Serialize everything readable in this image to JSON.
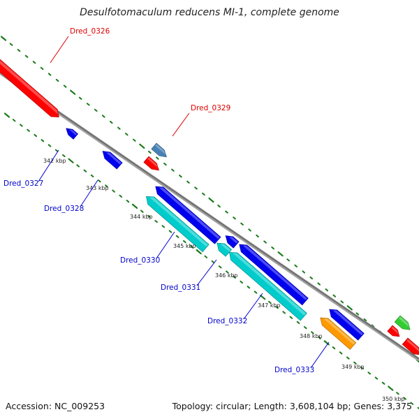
{
  "title": "Desulfotomaculum reducens MI-1, complete genome",
  "footer": {
    "accession": "Accession: NC_009253",
    "topology": "Topology: circular; Length: 3,608,104 bp; Genes: 3,375"
  },
  "colors": {
    "backbone": "#888888",
    "tick": "#1a7a1a",
    "label_forward": "#dd0000",
    "label_reverse": "#0000cc",
    "red": "#ff0000",
    "blue": "#0000ee",
    "cyan": "#00cccc",
    "steelblue": "#4682b4",
    "orange": "#ff9900",
    "green": "#33cc33"
  },
  "scale_labels": [
    "342 kbp",
    "343 kbp",
    "344 kbp",
    "345 kbp",
    "346 kbp",
    "347 kbp",
    "348 kbp",
    "349 kbp",
    "350 kbp"
  ],
  "genes": [
    {
      "name": "Dred_0326",
      "labeled": true,
      "color": "red",
      "strand": "+"
    },
    {
      "name": "Dred_0327",
      "labeled": true,
      "color": "blue",
      "strand": "-"
    },
    {
      "name": "Dred_0328",
      "labeled": true,
      "color": "blue",
      "strand": "-"
    },
    {
      "name": "Dred_0329",
      "labeled": true,
      "color": "steelblue",
      "strand": "+"
    },
    {
      "name": "",
      "labeled": false,
      "color": "red",
      "strand": "+"
    },
    {
      "name": "Dred_0330",
      "labeled": true,
      "color": "cyan",
      "strand": "-"
    },
    {
      "name": "",
      "labeled": false,
      "color": "blue",
      "strand": "-"
    },
    {
      "name": "",
      "labeled": false,
      "color": "blue",
      "strand": "-"
    },
    {
      "name": "",
      "labeled": false,
      "color": "blue",
      "strand": "-"
    },
    {
      "name": "Dred_0331",
      "labeled": true,
      "color": "cyan",
      "strand": "-"
    },
    {
      "name": "Dred_0332",
      "labeled": true,
      "color": "cyan",
      "strand": "-"
    },
    {
      "name": "",
      "labeled": false,
      "color": "blue",
      "strand": "-"
    },
    {
      "name": "Dred_0333",
      "labeled": true,
      "color": "orange",
      "strand": "-"
    },
    {
      "name": "",
      "labeled": false,
      "color": "green",
      "strand": "+"
    },
    {
      "name": "",
      "labeled": false,
      "color": "red",
      "strand": "+"
    },
    {
      "name": "",
      "labeled": false,
      "color": "red",
      "strand": "+"
    }
  ]
}
